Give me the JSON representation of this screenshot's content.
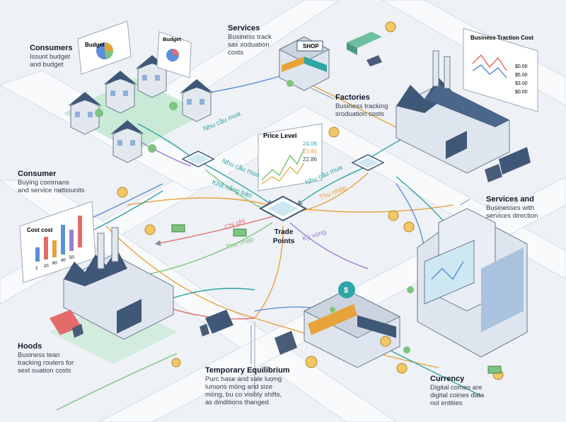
{
  "labels": {
    "consumers": {
      "title": "Consumers",
      "desc": "Issunt budget\nand budget"
    },
    "services_top": {
      "title": "Services",
      "desc": "Business track\nsax xoduation\ncosts"
    },
    "factories": {
      "title": "Factories",
      "desc": "Business tracking\nsroduation costs"
    },
    "consumer": {
      "title": "Consumer",
      "desc": "Buying commans\nand service nattiounits"
    },
    "services_and": {
      "title": "Services and",
      "desc": "Businesses with\nservices direction"
    },
    "hoods": {
      "title": "Hoods",
      "desc": "Business tean\ntracking routers for\nsext suation costs"
    },
    "temp_eq": {
      "title": "Temporary Equilibrium",
      "desc": "Purc hase and sale luợng\nlumons móng and size\nmóng, bu co visibly shifts,\nas dinditions thanged"
    },
    "currency": {
      "title": "Currency",
      "desc": "Digital comes are\ndigital coines data\nnol entities"
    }
  },
  "hub": {
    "title": "Trade",
    "sub": "Points"
  },
  "price_level": {
    "title": "Price Level",
    "values": [
      "24.06",
      "23.85",
      "22.86"
    ]
  },
  "flows": {
    "nhu_cau_1": "Nhu cầu mua",
    "nhu_cau_2": "Nhu cầu mua",
    "kha_nang": "Khả năng bán",
    "nhu_cau_3": "Nhu cầu mua",
    "thu_nhap_r": "Thu nhập",
    "chi_phi": "Chi phí",
    "thu_nhap_l": "Thu nhập",
    "ky_vong": "Kỳ vọng"
  },
  "budget_cards": [
    "Budget",
    "Budget"
  ],
  "cost_card": {
    "title": "Cost cost",
    "ticks": [
      "2",
      "20",
      "60",
      "40",
      "50"
    ]
  },
  "traction_card": {
    "title": "Business Traction Cost",
    "prices": [
      "$0.00",
      "$5.00",
      "$3.00",
      "$0.00"
    ]
  },
  "shop_sign": "SHOP",
  "coin_symbol": "$",
  "colors": {
    "bg": "#eef1f5",
    "road": "#f8fafc",
    "grass": "#bfe3d0",
    "roof": "#3f5878",
    "wall": "#dfe5ee",
    "teal": "#2fa5a5",
    "orange": "#e8a23a",
    "green": "#7cc47f",
    "purple": "#9a7fd1",
    "red": "#e56b6b",
    "blue": "#5b8fd9"
  }
}
